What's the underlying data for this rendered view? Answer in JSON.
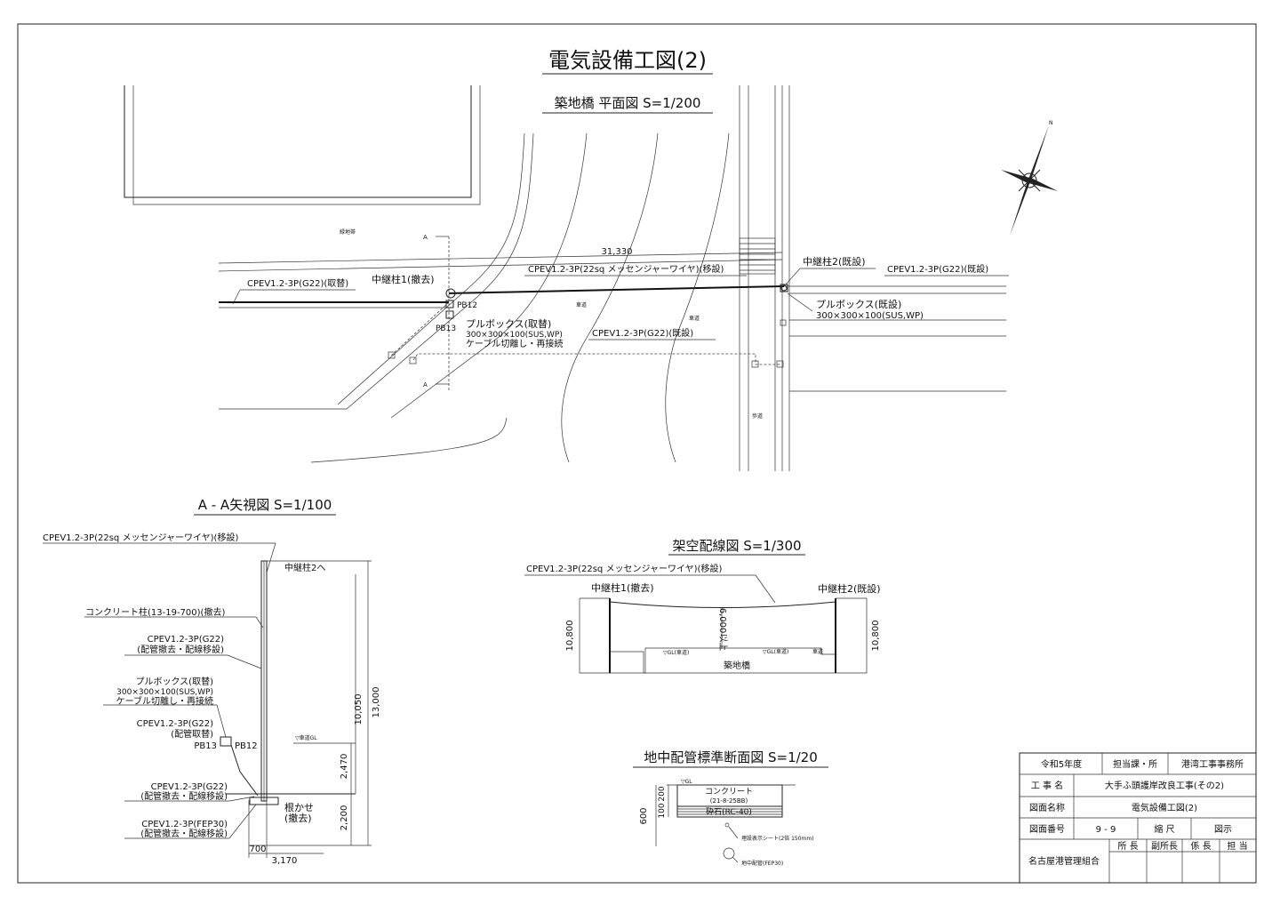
{
  "title": "電気設備工図(2)",
  "plan": {
    "title": "築地橋 平面図 S=1/200",
    "greenbelt": "緑地帯",
    "section_mark": "A",
    "dim_span": "31,330",
    "pole1": "中継柱1(撤去)",
    "pole2": "中継柱2(既設)",
    "cable_replace": "CPEV1.2-3P(G22)(取替)",
    "cable_messenger": "CPEV1.2-3P(22sq メッセンジャーワイヤ)(移設)",
    "cable_existing_right": "CPEV1.2-3P(G22)(既設)",
    "cable_existing_mid": "CPEV1.2-3P(G22)(既設)",
    "pb12": "PB12",
    "pb13": "PB13",
    "pullbox_replace": "プルボックス(取替)",
    "pullbox_size": "300×300×100(SUS,WP)",
    "pullbox_note": "ケーブル切離し・再接続",
    "pullbox_existing": "プルボックス(既設)",
    "pullbox_existing_size": "300×300×100(SUS,WP)",
    "roadway": "車道",
    "sidewalk": "歩道"
  },
  "aa": {
    "title": "A - A矢視図 S=1/100",
    "cable_messenger": "CPEV1.2-3P(22sq メッセンジャーワイヤ)(移設)",
    "to_pole2": "中継柱2へ",
    "concrete_pole": "コンクリート柱(13-19-700)(撤去)",
    "cable_g22": "CPEV1.2-3P(G22)",
    "cable_g22_note": "(配管撤去・配線移設)",
    "pullbox": "プルボックス(取替)",
    "pullbox_size": "300×300×100(SUS,WP)",
    "pullbox_note": "ケーブル切離し・再接続",
    "cable_g22b": "CPEV1.2-3P(G22)",
    "cable_g22b_note": "(配管取替)",
    "pb13": "PB13",
    "pb12": "PB12",
    "cable_g22c": "CPEV1.2-3P(G22)",
    "cable_g22c_note": "(配管撤去・配線移設)",
    "cable_fep": "CPEV1.2-3P(FEP30)",
    "cable_fep_note": "(配管撤去・配線移設)",
    "root": "根かせ",
    "root_note": "(撤去)",
    "road_gl": "▽車道GL",
    "dim_10050": "10,050",
    "dim_13000": "13,000",
    "dim_2470": "2,470",
    "dim_2200": "2,200",
    "dim_700": "700",
    "dim_3170": "3,170"
  },
  "overhead": {
    "title": "架空配線図 S=1/300",
    "cable": "CPEV1.2-3P(22sq メッセンジャーワイヤ)(移設)",
    "pole1": "中継柱1(撤去)",
    "pole2": "中継柱2(既設)",
    "dim_left": "10,800",
    "dim_right": "10,800",
    "dim_clear": "6,000以上",
    "gl_left": "▽GL(車道)",
    "gl_right": "▽GL(車道)",
    "roadway": "車道",
    "bridge": "築地橋"
  },
  "trench": {
    "title": "地中配管標準断面図 S=1/20",
    "gl": "▽GL",
    "concrete": "コンクリート",
    "concrete_spec": "(21-8-25BB)",
    "gravel": "砕石(RC-40)",
    "dim_600": "600",
    "dim_100": "100",
    "dim_200": "200",
    "sheet": "埋設表示シート(2倍 150mm)",
    "pipe": "地中配管(FEP30)"
  },
  "titleblock": {
    "year": "令和5年度",
    "dept_label": "担当課・所",
    "dept": "港湾工事事務所",
    "work_label": "工 事 名",
    "work": "大手ふ頭護岸改良工事(その2)",
    "drawing_label": "図面名称",
    "drawing": "電気設備工図(2)",
    "number_label": "図面番号",
    "number": "9 - 9",
    "scale_label": "縮 尺",
    "scale": "図示",
    "org": "名古屋港管理組合",
    "roles": [
      "所 長",
      "副所長",
      "係 長",
      "担 当"
    ]
  }
}
